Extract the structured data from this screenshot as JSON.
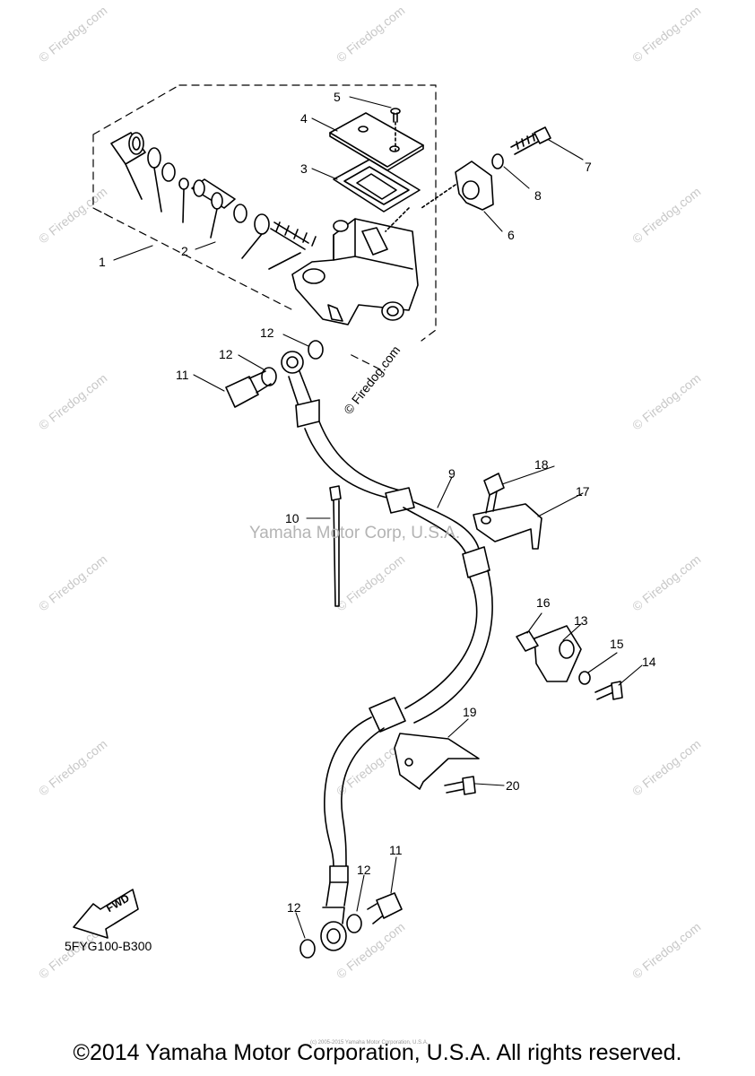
{
  "diagram_code": "5FYG100-B300",
  "copyright": "©2014 Yamaha Motor Corporation, U.S.A. All rights reserved.",
  "center_watermark": "Yamaha Motor Corp, U.S.A.",
  "site_watermark": "© Firedog.com",
  "fwd_label": "FWD",
  "tiny_note": "(c) 2005-2015 Yamaha Motor Corporation, U.S.A.",
  "callouts": {
    "c1": "1",
    "c2": "2",
    "c3": "3",
    "c4": "4",
    "c5": "5",
    "c6": "6",
    "c7": "7",
    "c8": "8",
    "c9": "9",
    "c10": "10",
    "c11a": "11",
    "c11b": "11",
    "c12a": "12",
    "c12b": "12",
    "c12c": "12",
    "c12d": "12",
    "c13": "13",
    "c14": "14",
    "c15": "15",
    "c16": "16",
    "c17": "17",
    "c18": "18",
    "c19": "19",
    "c20": "20"
  }
}
